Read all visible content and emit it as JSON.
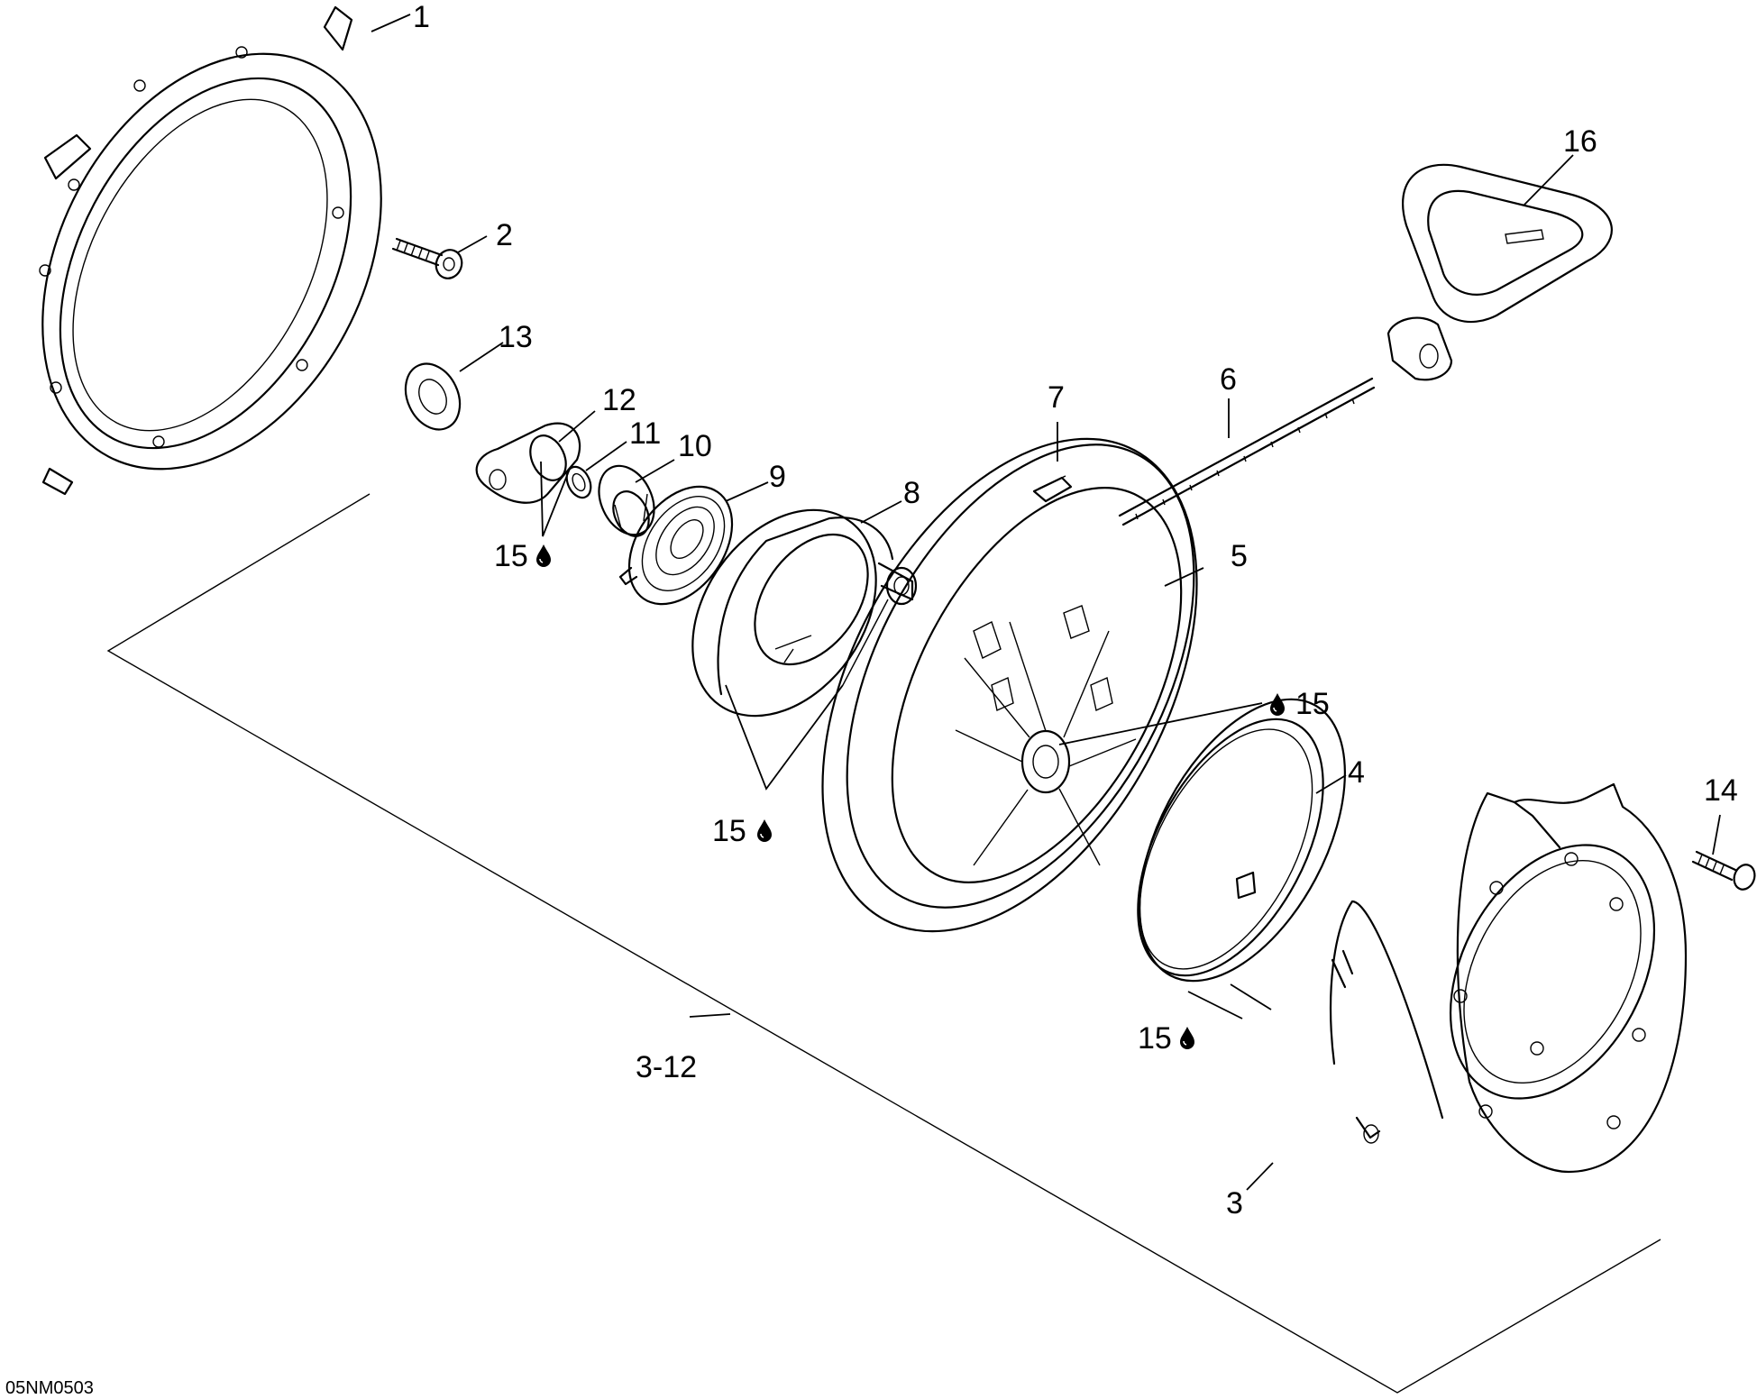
{
  "drawing_ref": "05NM0503",
  "callouts": {
    "c1": "1",
    "c2": "2",
    "c3": "3",
    "c3_12": "3-12",
    "c4": "4",
    "c5": "5",
    "c6": "6",
    "c7": "7",
    "c8": "8",
    "c9": "9",
    "c10": "10",
    "c11": "11",
    "c12": "12",
    "c13": "13",
    "c14": "14",
    "c15_a": "15",
    "c15_b": "15",
    "c15_c": "15",
    "c15_d": "15",
    "c16": "16"
  },
  "icons": {
    "lubricant": "oil-drop-icon"
  },
  "colors": {
    "ink": "#000000",
    "paper": "#ffffff"
  }
}
